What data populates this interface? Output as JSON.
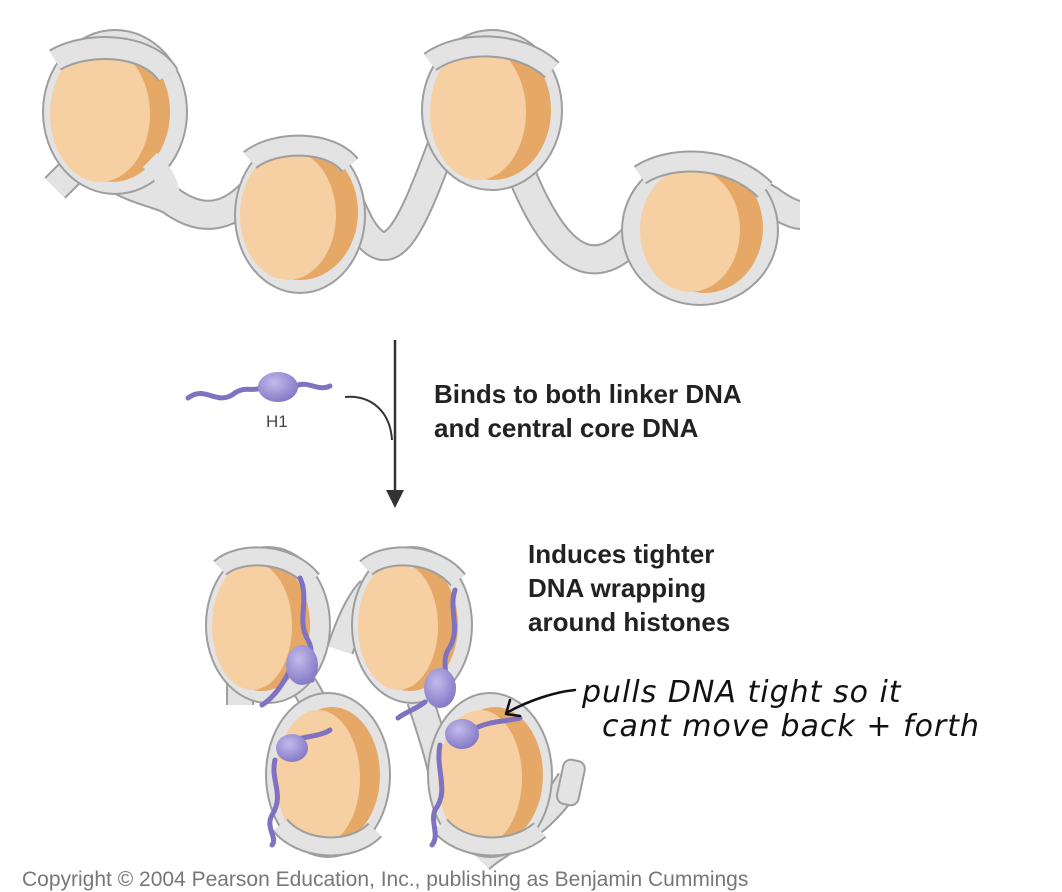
{
  "labels": {
    "h1": "H1",
    "binds_line1": "Binds to both linker DNA",
    "binds_line2": "and central core DNA",
    "induces_line1": "Induces tighter",
    "induces_line2": "DNA wrapping",
    "induces_line3": "around histones",
    "note_line1": "pulls DNA tight so it",
    "note_line2": "cant move back + forth",
    "copyright": "Copyright © 2004 Pearson Education, Inc., publishing as Benjamin Cummings"
  },
  "colors": {
    "histone_fill": "#f6cfa2",
    "histone_shade": "#e6a867",
    "dna_fill": "#e2e2e2",
    "dna_stroke": "#9e9e9e",
    "h1_protein": "#9a8fcf",
    "h1_tail": "#7f72c0",
    "arrow": "#333333"
  }
}
